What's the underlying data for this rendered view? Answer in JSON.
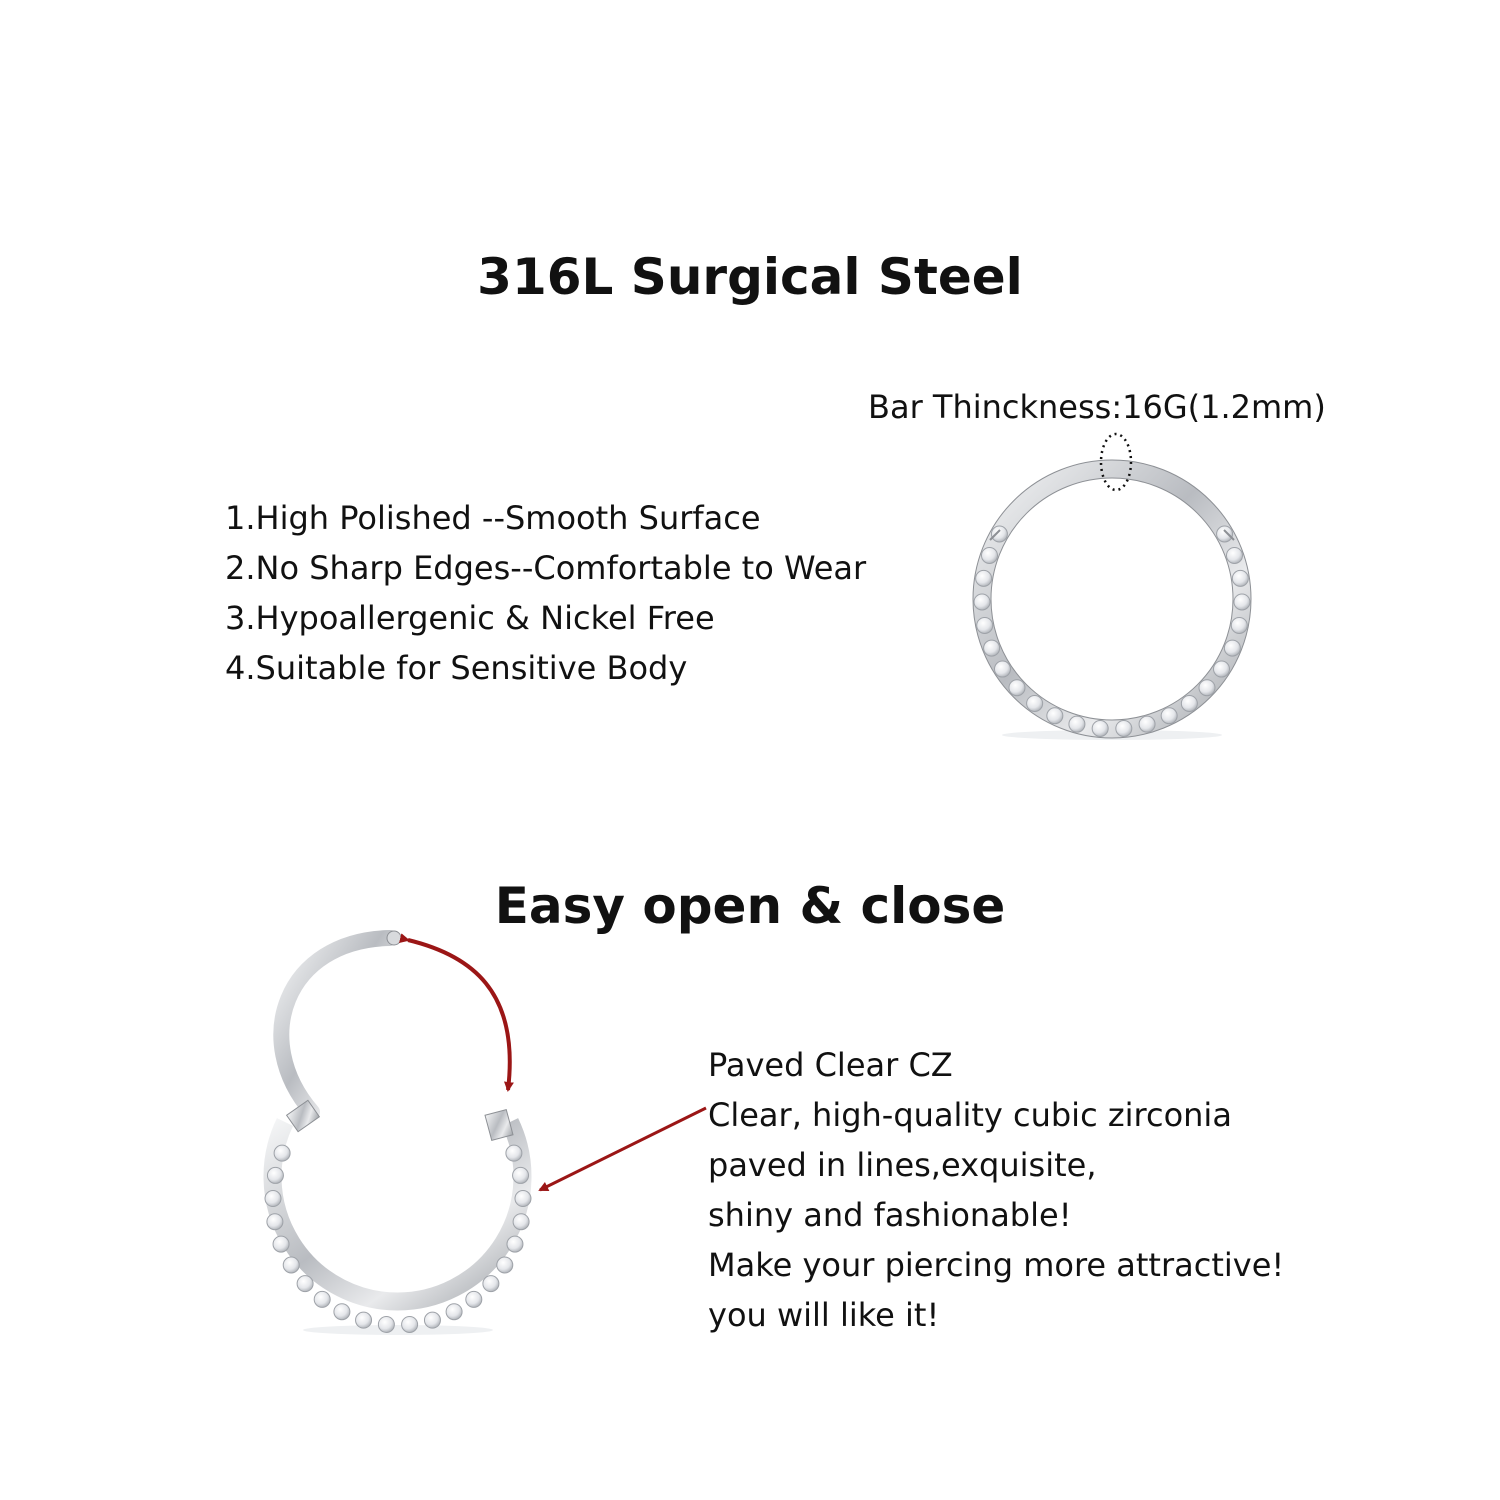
{
  "heading_material": "316L Surgical Steel",
  "bar_thickness_label": "Bar Thinckness:16G(1.2mm)",
  "features": [
    "1.High Polished --Smooth Surface",
    "2.No Sharp Edges--Comfortable to Wear",
    "3.Hypoallergenic & Nickel Free",
    "4.Suitable for Sensitive Body"
  ],
  "heading_hinge": "Easy open & close",
  "cz_description": [
    "Paved Clear CZ",
    "Clear, high-quality cubic zirconia",
    "paved in lines,exquisite,",
    "shiny and fashionable!",
    "Make your piercing more attractive!",
    "you will like it!"
  ],
  "colors": {
    "arrow": "#9b1616",
    "metal": "#c9ccd0",
    "text": "#111111"
  }
}
